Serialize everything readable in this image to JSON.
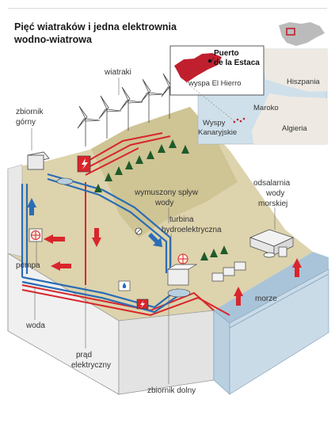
{
  "title_line1": "Pięć wiatraków i jedna elektrownia",
  "title_line2": "wodno-wiatrowa",
  "labels": {
    "wiatraki": "wiatraki",
    "zbiornik_gorny_1": "zbiornik",
    "zbiornik_gorny_2": "górny",
    "wymuszony_1": "wymuszony spływ",
    "wymuszony_2": "wody",
    "turbina_1": "turbina",
    "turbina_2": "hydroelektryczna",
    "odsalarnia_1": "odsalarnia",
    "odsalarnia_2": "wody",
    "odsalarnia_3": "morskiej",
    "pompa": "pompa",
    "woda": "woda",
    "prad_1": "prąd",
    "prad_2": "elektryczny",
    "morze": "morze",
    "zbiornik_dolny": "zbiornik dolny"
  },
  "map": {
    "puerto_1": "Puerto",
    "puerto_2": "de la Estaca",
    "island": "wyspa El Hierro",
    "hiszpania": "Hiszpania",
    "maroko": "Maroko",
    "algieria": "Algieria",
    "wyspy_1": "Wyspy",
    "wyspy_2": "Kanaryjskie"
  },
  "colors": {
    "red_pipe": "#d8262c",
    "blue_pipe": "#2a6db5",
    "land": "#d9cfa6",
    "sea_map": "#cfe0ea",
    "water": "#b7cfe0",
    "earth_front": "#efefef"
  },
  "icons": [
    "windmill-icon",
    "tree-icon",
    "lightning-icon",
    "water-drop-icon",
    "fan-icon",
    "building-icon"
  ]
}
